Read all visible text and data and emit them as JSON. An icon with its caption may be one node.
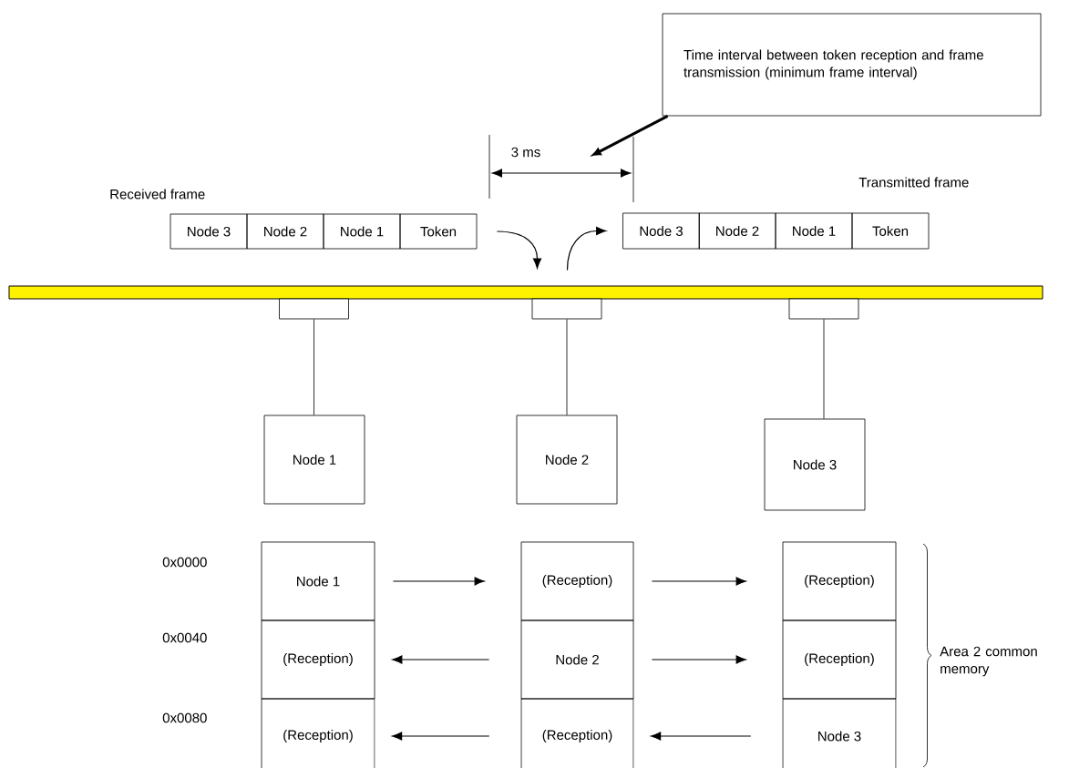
{
  "diagram": {
    "nodes": [
      {
        "text": [
          "Time interval between token reception and frame transmission (minimum frame interval)"
        ]
      },
      {
        "text": [
          "3 ms"
        ]
      },
      {
        "text": [
          "Node 3"
        ]
      },
      {
        "text": [
          "Node 2"
        ]
      },
      {
        "text": [
          "Node 1"
        ]
      },
      {
        "text": [
          "Token"
        ]
      },
      {
        "text": [
          "Node 3"
        ]
      },
      {
        "text": [
          "Node 2"
        ]
      },
      {
        "text": [
          "Node 1"
        ]
      },
      {
        "text": [
          "Token"
        ]
      },
      {
        "text": [],
        "shape": "bar"
      },
      {
        "text": [],
        "shape": "box"
      },
      {
        "text": [],
        "shape": "box"
      },
      {
        "text": [],
        "shape": "box"
      },
      {
        "text": [
          "Node 1"
        ]
      },
      {
        "text": [
          "Node 2"
        ]
      },
      {
        "text": [
          "Node 3"
        ]
      },
      {
        "text": [
          "Node 1"
        ]
      },
      {
        "text": [
          "(Reception)"
        ]
      },
      {
        "text": [
          "(Reception)"
        ]
      },
      {
        "text": [
          "(Reception)"
        ]
      },
      {
        "text": [
          "Node 2"
        ]
      },
      {
        "text": [
          "(Reception)"
        ]
      },
      {
        "text": [
          "(Reception)"
        ]
      },
      {
        "text": [
          "(Reception)"
        ]
      },
      {
        "text": [
          "Node 3"
        ]
      }
    ],
    "edges": [
      {
        "from": 0,
        "to": 1,
        "arrow": "to",
        "style": "thick"
      },
      {
        "from": 5,
        "to": 10,
        "arrow": "to"
      },
      {
        "from": 10,
        "to": 6,
        "arrow": "to"
      },
      {
        "from": 11,
        "to": 14,
        "arrow": "none"
      },
      {
        "from": 12,
        "to": 15,
        "arrow": "none"
      },
      {
        "from": 13,
        "to": 16,
        "arrow": "none"
      },
      {
        "from": 17,
        "to": 18,
        "arrow": "to"
      },
      {
        "from": 18,
        "to": 19,
        "arrow": "to"
      },
      {
        "from": 21,
        "to": 20,
        "arrow": "to"
      },
      {
        "from": 21,
        "to": 22,
        "arrow": "to"
      },
      {
        "from": 25,
        "to": 24,
        "arrow": "to"
      },
      {
        "from": 24,
        "to": 23,
        "arrow": "to"
      }
    ],
    "labels": [
      "Received frame",
      "Transmitted frame",
      "0x0000",
      "0x0040",
      "0x0080",
      "Area 2 common memory"
    ]
  }
}
